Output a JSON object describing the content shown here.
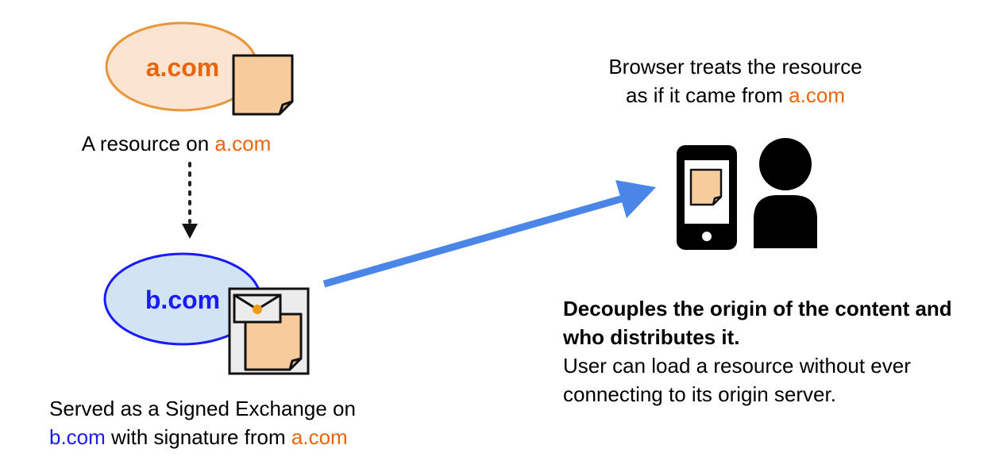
{
  "origin_a": {
    "label": "a.com",
    "caption_prefix": "A resource on ",
    "caption_link": "a.com"
  },
  "distributor_b": {
    "label": "b.com",
    "caption_line1": "Served as a Signed Exchange on",
    "caption_b": "b.com",
    "caption_mid": " with signature from ",
    "caption_a": "a.com"
  },
  "browser_note": {
    "line1": "Browser treats the resource",
    "line2_prefix": "as if it came from ",
    "line2_link": "a.com"
  },
  "summary": {
    "bold_line1": "Decouples the origin of the content and",
    "bold_line2": "who distributes it.",
    "line3": "User can load a resource without ever",
    "line4": "connecting to its origin server."
  },
  "colors": {
    "origin_orange": "#e8650c",
    "origin_ellipse_stroke": "#e8963c",
    "origin_ellipse_fill": "#fbe5d2",
    "distributor_blue": "#1a1aff",
    "distributor_ellipse_fill": "#d2e3f4",
    "resource_fill": "#f8cb9d",
    "arrow_blue": "#4a86e8"
  },
  "icons": [
    "document-icon",
    "signed-exchange-icon",
    "phone-icon",
    "user-icon",
    "arrow-icon"
  ]
}
